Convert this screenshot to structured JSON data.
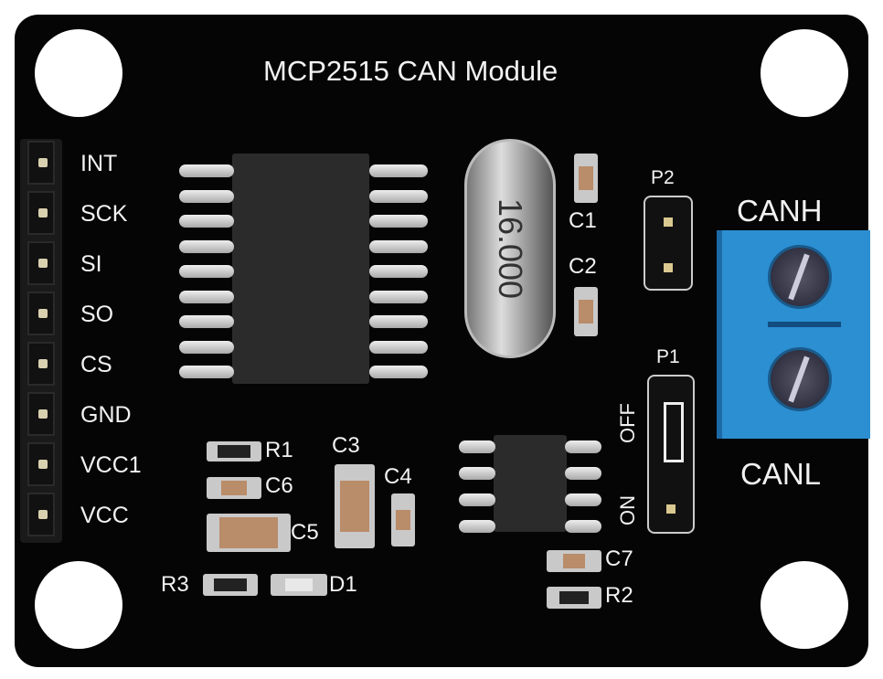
{
  "board": {
    "title": "MCP2515 CAN Module",
    "colors": {
      "pcb": "#050505",
      "terminal": "#2b8fd2",
      "silkscreen": "#f2f2f2"
    }
  },
  "pins": [
    "INT",
    "SCK",
    "SI",
    "SO",
    "CS",
    "GND",
    "VCC1",
    "VCC"
  ],
  "crystal": "16.000",
  "labels": {
    "c1": "C1",
    "c2": "C2",
    "p2": "P2",
    "p1": "P1",
    "off": "OFF",
    "on": "ON",
    "canh": "CANH",
    "canl": "CANL",
    "r1": "R1",
    "c6": "C6",
    "c5": "C5",
    "c3": "C3",
    "c4": "C4",
    "r3": "R3",
    "d1": "D1",
    "c7": "C7",
    "r2": "R2"
  }
}
